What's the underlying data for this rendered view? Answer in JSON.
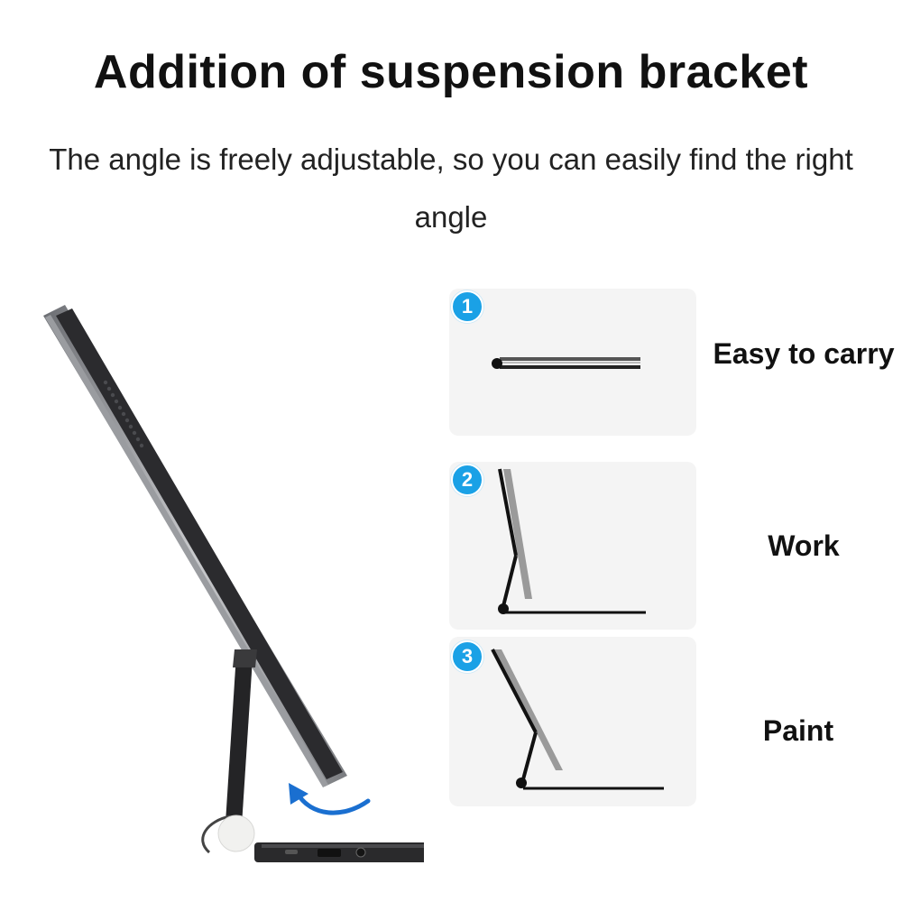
{
  "header": {
    "title": "Addition of suspension bracket",
    "subtitle": "The angle is freely adjustable, so you can easily find the right angle"
  },
  "modes": [
    {
      "number": "1",
      "label": "Easy to carry",
      "icon": "folded-flat-icon"
    },
    {
      "number": "2",
      "label": "Work",
      "icon": "upright-stand-icon"
    },
    {
      "number": "3",
      "label": "Paint",
      "icon": "tilted-stand-icon"
    }
  ],
  "colors": {
    "accent": "#1aa1e6",
    "panel_bg": "#f4f4f4",
    "device_dark": "#2b2b2e",
    "arrow": "#1a6fd0"
  }
}
